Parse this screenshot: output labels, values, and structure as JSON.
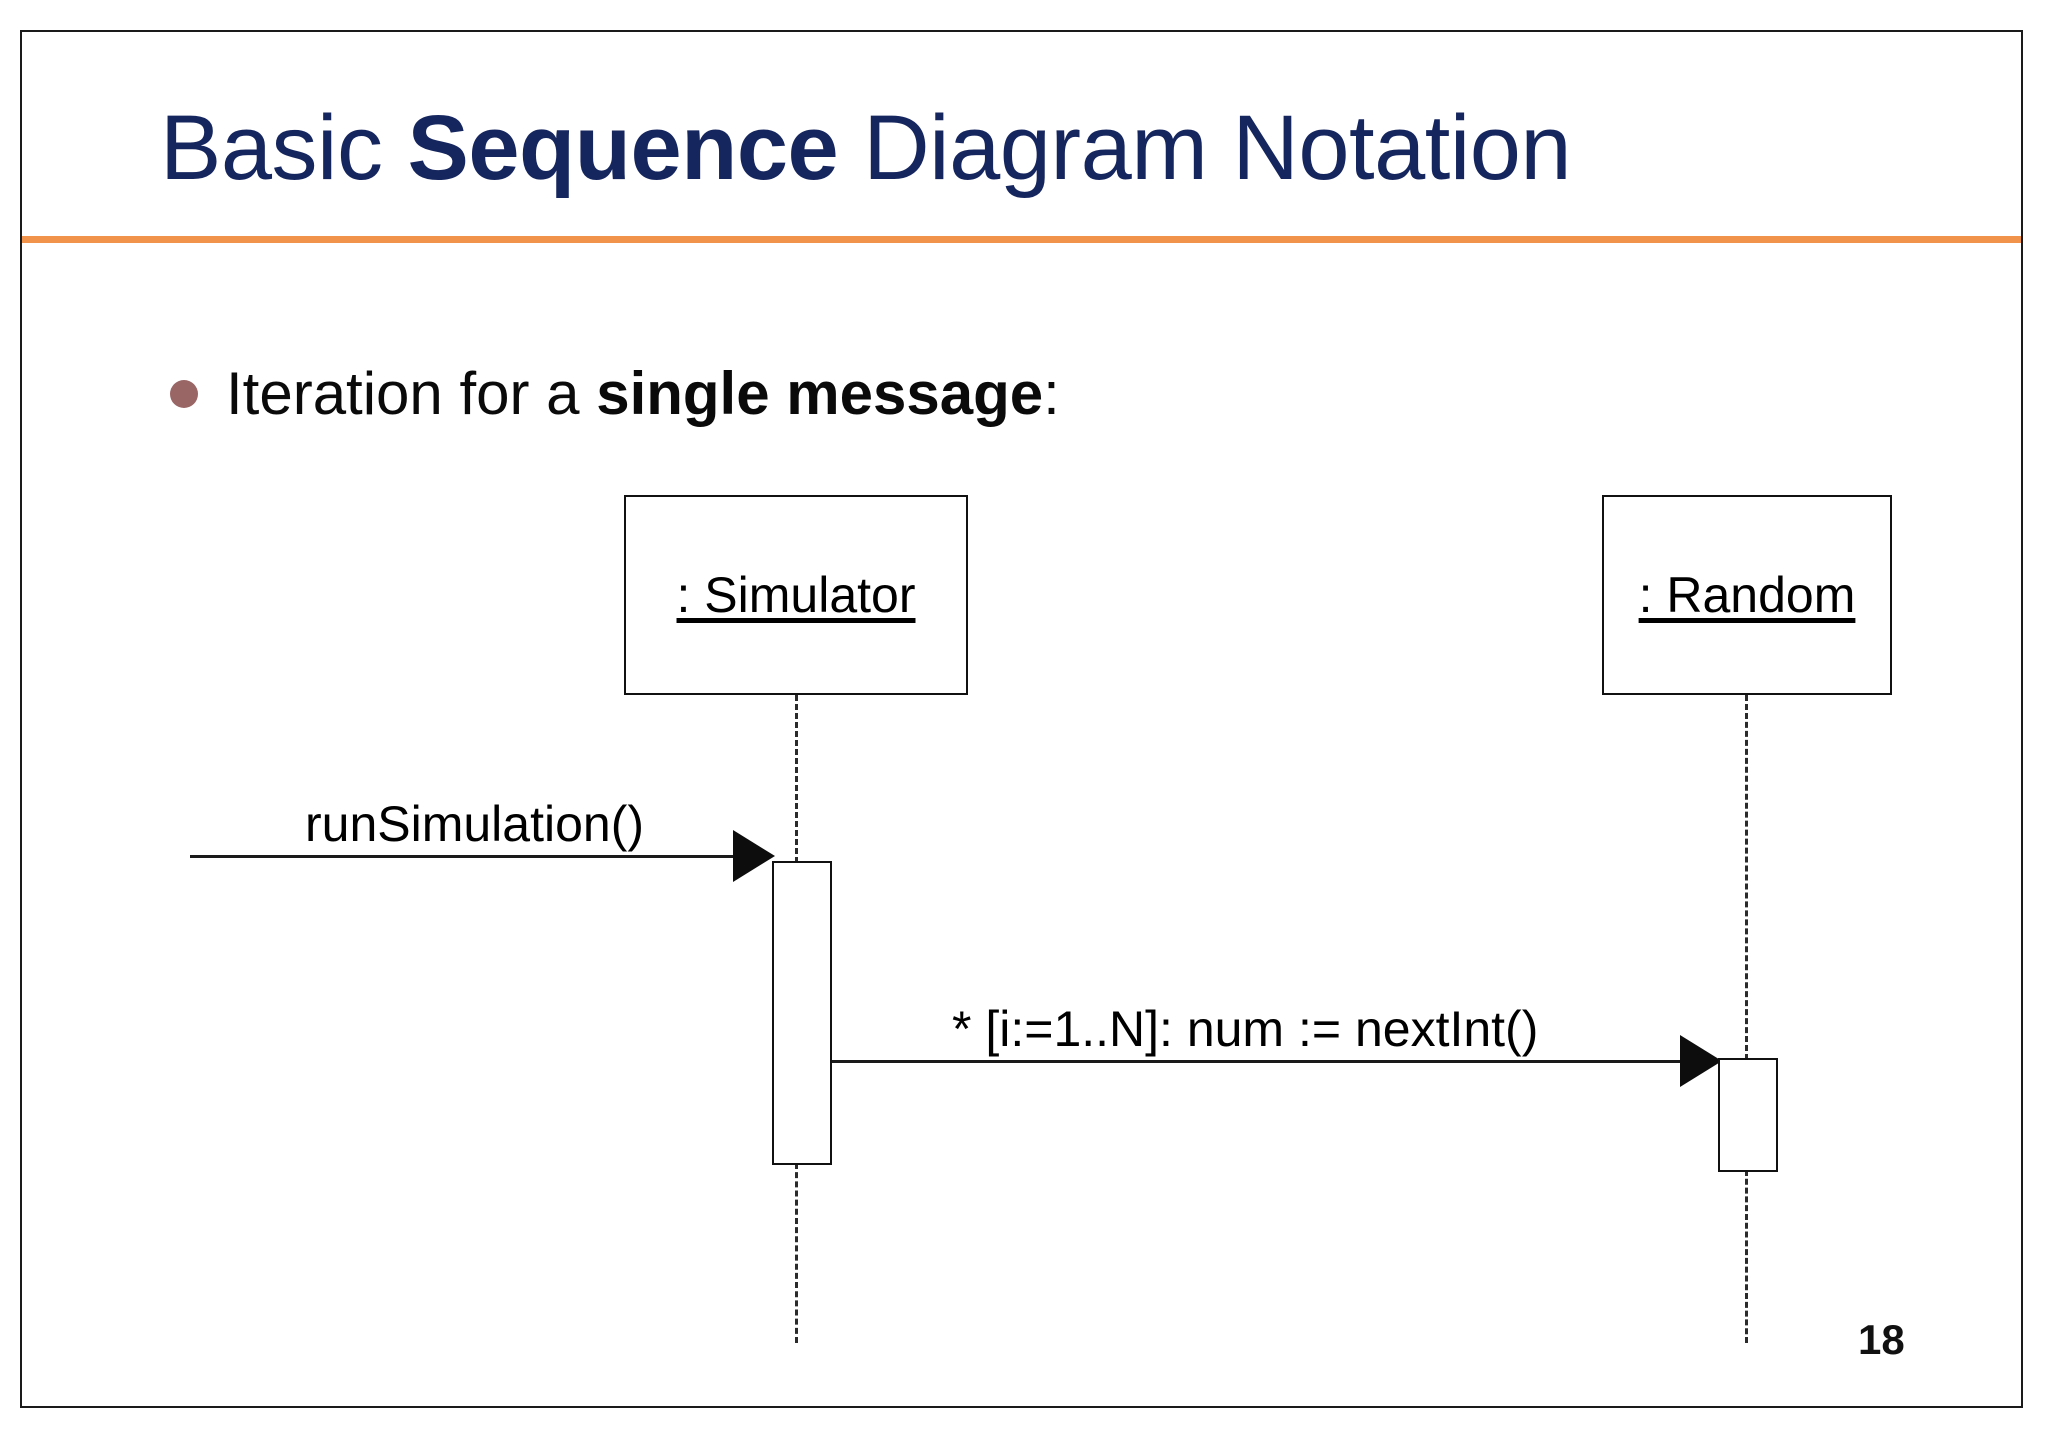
{
  "slide": {
    "title_prefix": "Basic ",
    "title_emphasis": "Sequence",
    "title_suffix": " Diagram Notation",
    "page_number": "18",
    "accent_rule_color": "#F2934C",
    "title_color": "#15255E",
    "bullet_color": "#9A6565"
  },
  "bullet": {
    "text_prefix": "Iteration for a ",
    "text_emphasis": "single message",
    "text_suffix": ":"
  },
  "diagram": {
    "type": "uml-sequence",
    "participants": [
      {
        "id": "simulator",
        "label": ": Simulator"
      },
      {
        "id": "random",
        "label": ": Random"
      }
    ],
    "messages": [
      {
        "id": "run-simulation",
        "label": "runSimulation()",
        "from": "found",
        "to": "simulator",
        "arrow": "filled-solid",
        "iteration": false
      },
      {
        "id": "next-int",
        "label": "* [i:=1..N]: num := nextInt()",
        "from": "simulator",
        "to": "random",
        "arrow": "filled-solid",
        "iteration": true,
        "iteration_guard": "[i:=1..N]",
        "return_value": "num",
        "operation": "nextInt()"
      }
    ],
    "activations": [
      {
        "on": "simulator",
        "for": "run-simulation"
      },
      {
        "on": "random",
        "for": "next-int"
      }
    ]
  }
}
